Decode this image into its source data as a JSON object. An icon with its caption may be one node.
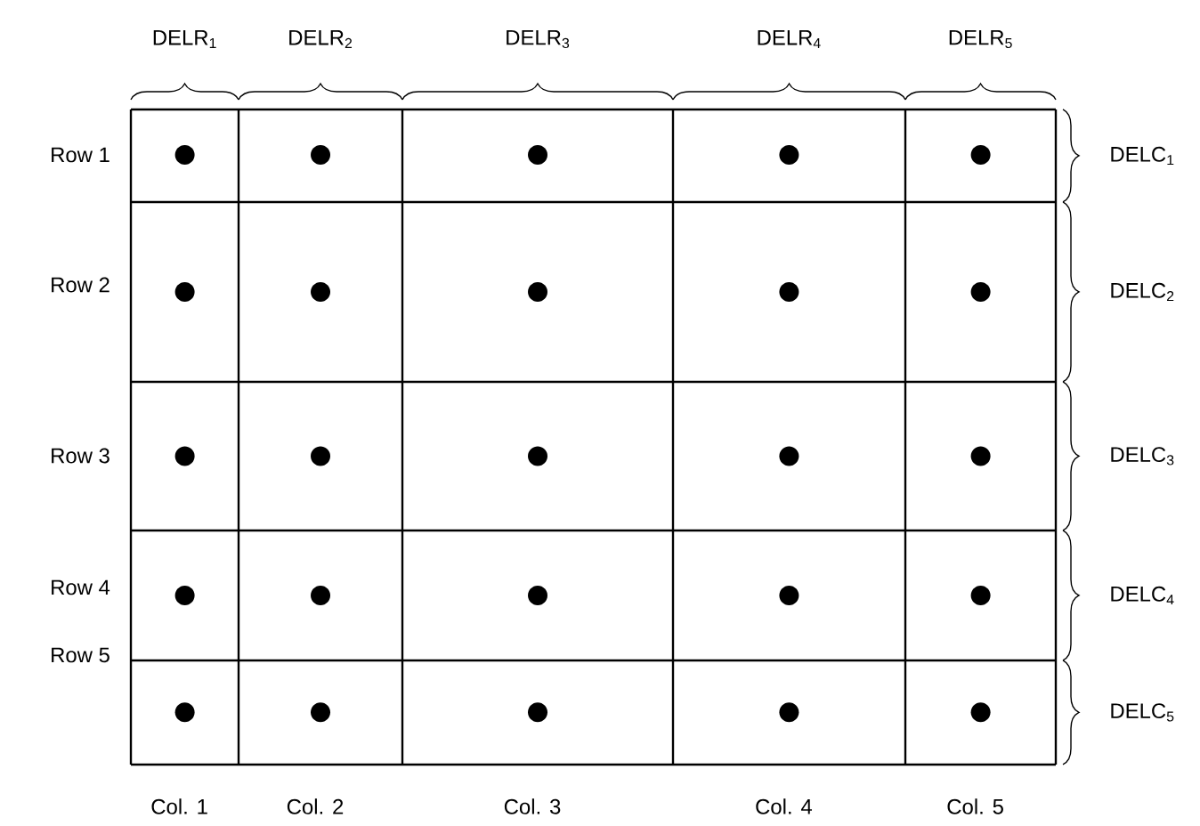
{
  "diagram": {
    "labels": [
      "DELR$_{1}$",
      "DELR$_{2}$",
      "DELR$_{3}$",
      "DELR$_{4}$",
      "DELR$_{5}$",
      "Row 1",
      "DELC$_{1}$",
      "Row 2",
      "DELC$_{2}$",
      "Row 3",
      "DELC$_{3}$",
      "Row 4",
      "DELC$_{4}$",
      "Row 5",
      "DELC$_{5}$",
      "Col. 1",
      "Col. 2",
      "Col. 3",
      "Col. 4",
      "Col. 5"
    ]
  }
}
